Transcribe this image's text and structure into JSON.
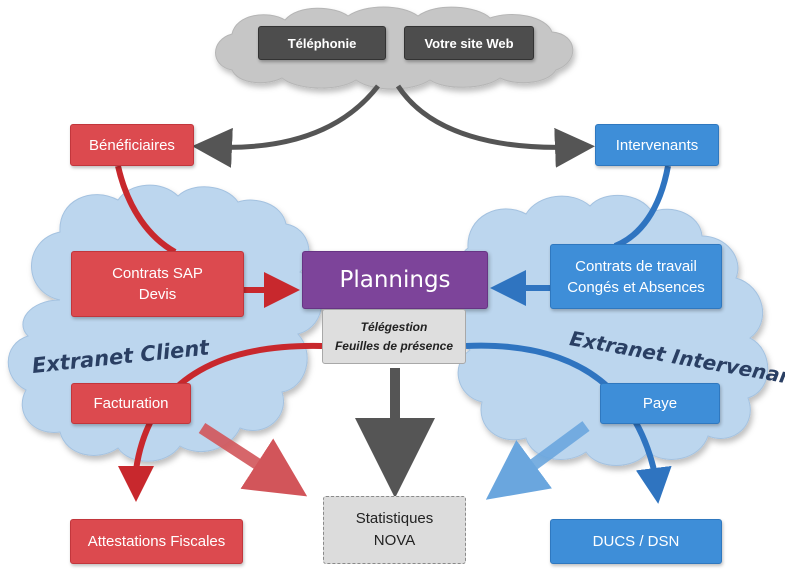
{
  "top_cloud": {
    "items": [
      "Téléphonie",
      "Votre site Web"
    ]
  },
  "beneficiaires": "Bénéficiaires",
  "intervenants": "Intervenants",
  "contrats_sap": [
    "Contrats SAP",
    "Devis"
  ],
  "contrats_travail": [
    "Contrats de travail",
    "Congés et Absences"
  ],
  "plannings": "Plannings",
  "telegestion": [
    "Télégestion",
    "Feuilles de présence"
  ],
  "extranet_client": "Extranet Client",
  "extranet_intervenant": "Extranet Intervenant",
  "facturation": "Facturation",
  "paye": "Paye",
  "statistiques": [
    "Statistiques",
    "NOVA"
  ],
  "attestations": "Attestations Fiscales",
  "ducs": "DUCS / DSN",
  "colors": {
    "red": "#dc4a4f",
    "blue": "#3e8ed8",
    "purple": "#7d449a",
    "dark": "#4d4d4d",
    "cloud": "#bcd6ee"
  }
}
